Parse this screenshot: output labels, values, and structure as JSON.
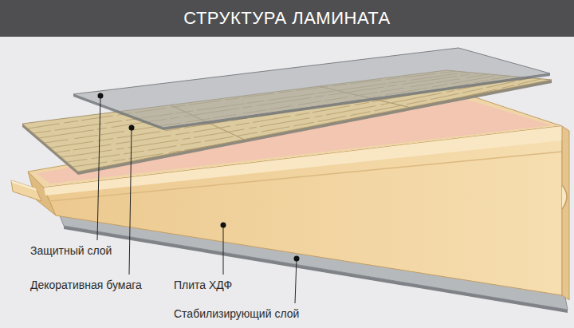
{
  "diagram": {
    "title": "СТРУКТУРА ЛАМИНАТА",
    "labels": [
      "Защитный слой",
      "Декоративная бумага",
      "Плита ХДФ",
      "Стабилизирующий слой"
    ]
  }
}
